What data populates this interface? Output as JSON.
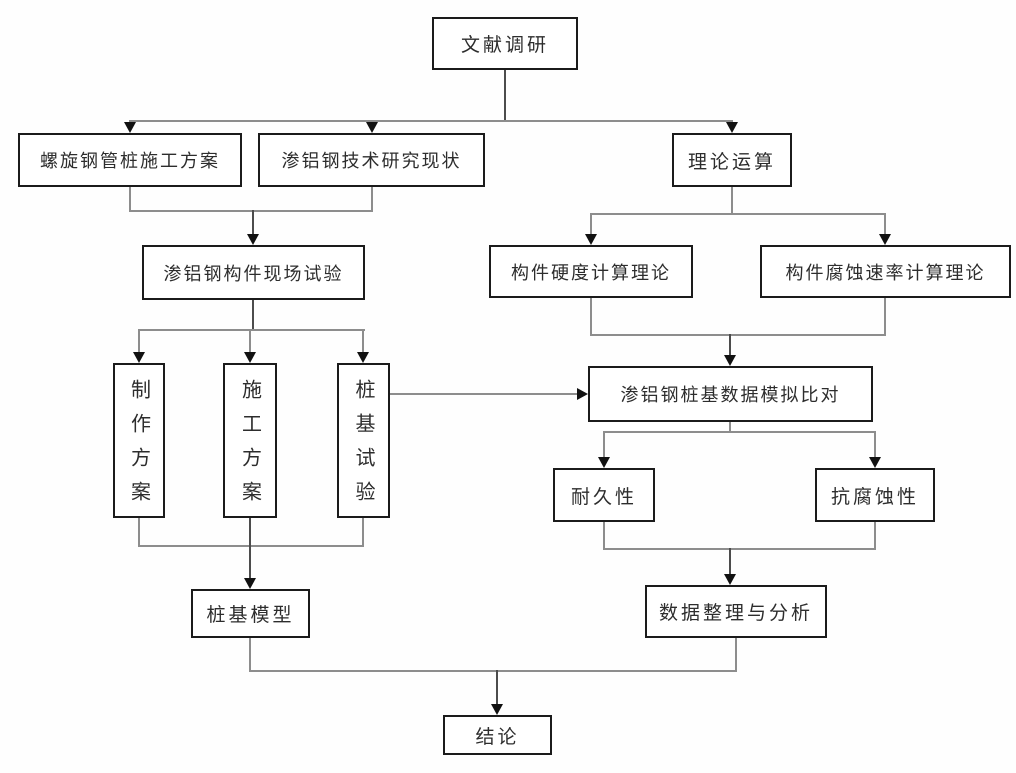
{
  "nodes": {
    "literature_research": {
      "label": "文献调研"
    },
    "spiral_pipe_pile_plan": {
      "label": "螺旋钢管桩施工方案"
    },
    "aluminized_steel_status": {
      "label": "渗铝钢技术研究现状"
    },
    "theoretical_calculation": {
      "label": "理论运算"
    },
    "field_test": {
      "label": "渗铝钢构件现场试验"
    },
    "hardness_theory": {
      "label": "构件硬度计算理论"
    },
    "corrosion_rate_theory": {
      "label": "构件腐蚀速率计算理论"
    },
    "fabrication_plan": {
      "label": "制作方案"
    },
    "construction_plan": {
      "label": "施工方案"
    },
    "pile_test": {
      "label": "桩基试验"
    },
    "data_simulation_comparison": {
      "label": "渗铝钢桩基数据模拟比对"
    },
    "durability": {
      "label": "耐久性"
    },
    "corrosion_resistance": {
      "label": "抗腐蚀性"
    },
    "pile_model": {
      "label": "桩基模型"
    },
    "data_analysis": {
      "label": "数据整理与分析"
    },
    "conclusion": {
      "label": "结论"
    }
  },
  "edges": [
    {
      "from": "literature_research",
      "to": "spiral_pipe_pile_plan"
    },
    {
      "from": "literature_research",
      "to": "aluminized_steel_status"
    },
    {
      "from": "literature_research",
      "to": "theoretical_calculation"
    },
    {
      "from": "spiral_pipe_pile_plan",
      "to": "field_test"
    },
    {
      "from": "aluminized_steel_status",
      "to": "field_test"
    },
    {
      "from": "theoretical_calculation",
      "to": "hardness_theory"
    },
    {
      "from": "theoretical_calculation",
      "to": "corrosion_rate_theory"
    },
    {
      "from": "field_test",
      "to": "fabrication_plan"
    },
    {
      "from": "field_test",
      "to": "construction_plan"
    },
    {
      "from": "field_test",
      "to": "pile_test"
    },
    {
      "from": "hardness_theory",
      "to": "data_simulation_comparison"
    },
    {
      "from": "corrosion_rate_theory",
      "to": "data_simulation_comparison"
    },
    {
      "from": "pile_test",
      "to": "data_simulation_comparison"
    },
    {
      "from": "fabrication_plan",
      "to": "pile_model"
    },
    {
      "from": "construction_plan",
      "to": "pile_model"
    },
    {
      "from": "pile_test",
      "to": "pile_model"
    },
    {
      "from": "data_simulation_comparison",
      "to": "durability"
    },
    {
      "from": "data_simulation_comparison",
      "to": "corrosion_resistance"
    },
    {
      "from": "durability",
      "to": "data_analysis"
    },
    {
      "from": "corrosion_resistance",
      "to": "data_analysis"
    },
    {
      "from": "pile_model",
      "to": "conclusion"
    },
    {
      "from": "data_analysis",
      "to": "conclusion"
    }
  ],
  "colors": {
    "box_border": "#1b1b1b",
    "connector_line": "#8d8d8d",
    "arrowhead": "#111111",
    "background": "#ffffff"
  }
}
